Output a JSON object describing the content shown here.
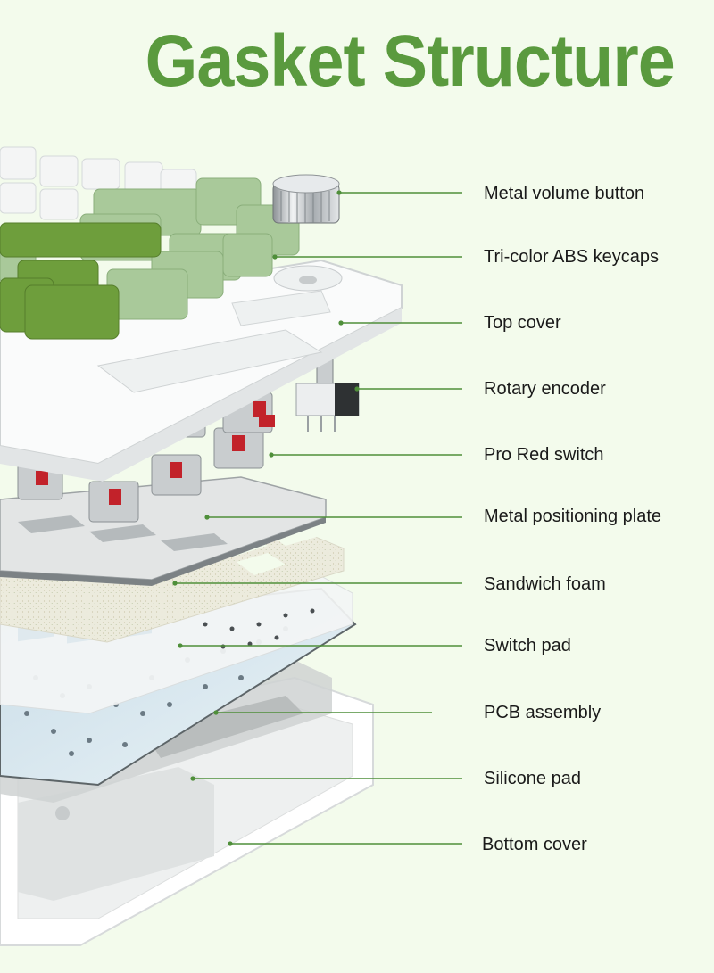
{
  "title": "Gasket Structure",
  "colors": {
    "accent": "#5a9a3e",
    "background": "#f3fbec",
    "leader_line": "#4f8f3a",
    "keycap_dark_green": "#6e9e3c",
    "keycap_light_green": "#a9c99a",
    "switch_red": "#c2222a"
  },
  "parts": [
    {
      "label": "Metal volume button"
    },
    {
      "label": "Tri-color ABS keycaps"
    },
    {
      "label": "Top cover"
    },
    {
      "label": "Rotary encoder"
    },
    {
      "label": "Pro Red switch"
    },
    {
      "label": "Metal positioning plate"
    },
    {
      "label": "Sandwich foam"
    },
    {
      "label": "Switch pad"
    },
    {
      "label": "PCB assembly"
    },
    {
      "label": "Silicone pad"
    },
    {
      "label": "Bottom cover"
    }
  ]
}
